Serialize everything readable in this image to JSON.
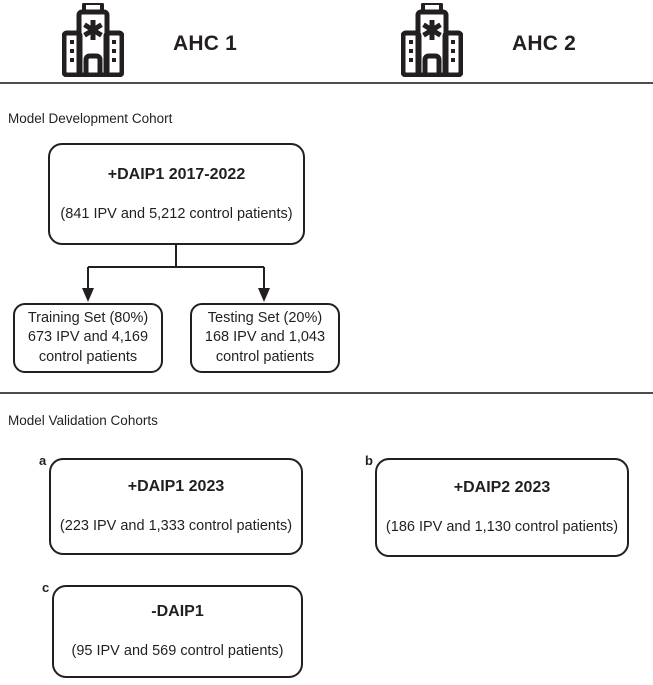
{
  "header": {
    "sites": [
      {
        "icon": "hospital-icon",
        "label": "AHC 1"
      },
      {
        "icon": "hospital-icon",
        "label": "AHC 2"
      }
    ]
  },
  "sections": [
    {
      "heading": "Model Development Cohort"
    },
    {
      "heading": "Model Validation Cohorts"
    }
  ],
  "development": {
    "source_box": {
      "title": "+DAIP1 2017-2022",
      "subtitle": "(841 IPV and 5,212 control patients)"
    },
    "splits": [
      {
        "line1": "Training Set (80%)",
        "line2": "673 IPV and 4,169",
        "line3": "control patients"
      },
      {
        "line1": "Testing Set (20%)",
        "line2": "168 IPV and 1,043",
        "line3": "control patients"
      }
    ]
  },
  "validation": {
    "cohorts": [
      {
        "tag": "a",
        "title": "+DAIP1 2023",
        "subtitle": "(223 IPV and 1,333 control patients)"
      },
      {
        "tag": "b",
        "title": "+DAIP2 2023",
        "subtitle": "(186 IPV and 1,130 control patients)"
      },
      {
        "tag": "c",
        "title": "-DAIP1",
        "subtitle": "(95 IPV and 569 control patients)"
      }
    ]
  },
  "colors": {
    "ink": "#231f20",
    "rule": "#4d4d4f",
    "background": "#ffffff"
  }
}
